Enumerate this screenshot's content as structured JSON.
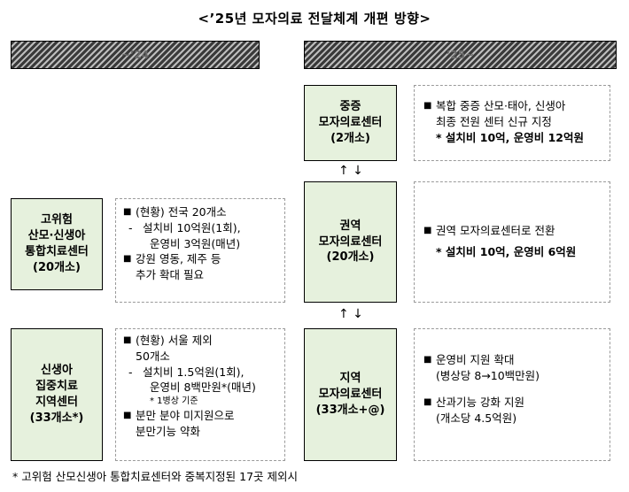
{
  "title": "<’25년 모자의료 전달체계 개편 방향>",
  "headers": {
    "left": "~’24",
    "right": "’25~"
  },
  "left_boxes": [
    {
      "lines": [
        "고위험",
        "산모·신생아",
        "통합치료센터",
        "(20개소)"
      ]
    },
    {
      "lines": [
        "신생아",
        "집중치료",
        "지역센터",
        "(33개소*)"
      ]
    }
  ],
  "left_descs": [
    {
      "b1": "(현황) 전국 20개소",
      "d1a": "설치비 10억원(1회),",
      "d1b": "운영비 3억원(매년)",
      "b2a": "강원 영동, 제주 등",
      "b2b": "추가 확대 필요"
    },
    {
      "b1a": "(현황) 서울 제외",
      "b1b": "50개소",
      "d1a": "설치비 1.5억원(1회),",
      "d1b": "운영비 8백만원*(매년)",
      "note": "* 1병상 기준",
      "b2a": "분만 분야 미지원으로",
      "b2b": "분만기능 약화"
    }
  ],
  "center_boxes": [
    {
      "lines": [
        "중증",
        "모자의료센터",
        "(2개소)"
      ]
    },
    {
      "lines": [
        "권역",
        "모자의료센터",
        "(20개소)"
      ]
    },
    {
      "lines": [
        "지역",
        "모자의료센터",
        "(33개소+@)"
      ]
    }
  ],
  "arrows": [
    "↑ ↓",
    "↑ ↓"
  ],
  "right_descs": [
    {
      "b1a": "복합 중증 산모·태아, 신생아",
      "b1b": "최종 전원 센터 신규 지정",
      "cost": "* 설치비 10억, 운영비 12억원"
    },
    {
      "b1": "권역 모자의료센터로 전환",
      "cost": "* 설치비 10억, 운영비 6억원"
    },
    {
      "b1": "운영비 지원 확대",
      "b1b": "(병상당 8→10백만원)",
      "b2": "산과기능 강화 지원",
      "b2b": "(개소당 4.5억원)"
    }
  ],
  "bullet_symbol": "■",
  "dash_symbol": "-",
  "footnote": "* 고위험 산모신생아 통합치료센터와 중복지정된 17곳 제외시",
  "colors": {
    "green_box": "#e6f1dd",
    "border": "#000000",
    "dashed": "#9a9a9a"
  }
}
